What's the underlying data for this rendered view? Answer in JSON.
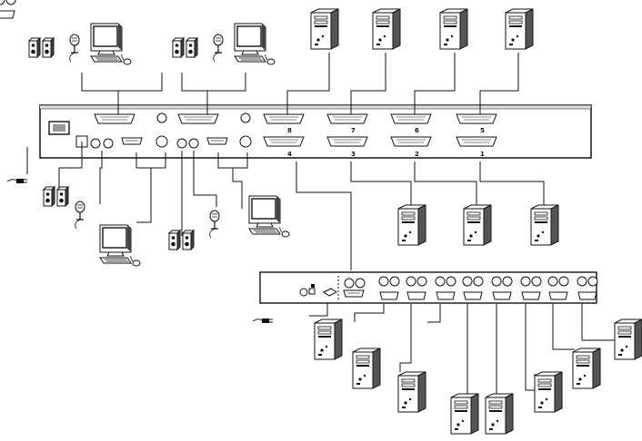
{
  "kvm_main": {
    "ports_top": [
      "8",
      "7",
      "6",
      "5"
    ],
    "ports_bottom": [
      "4",
      "3",
      "2",
      "1"
    ]
  },
  "colors": {
    "line": "#111111",
    "device_fill": "#ffffff",
    "device_shade": "#444444"
  },
  "icons": [
    "computer-tower-icon",
    "speaker-icon",
    "microphone-icon",
    "monitor-icon",
    "keyboard-icon",
    "mouse-icon",
    "power-plug-icon",
    "kvm-switch-icon",
    "db-connector-icon",
    "audio-jack-icon"
  ]
}
